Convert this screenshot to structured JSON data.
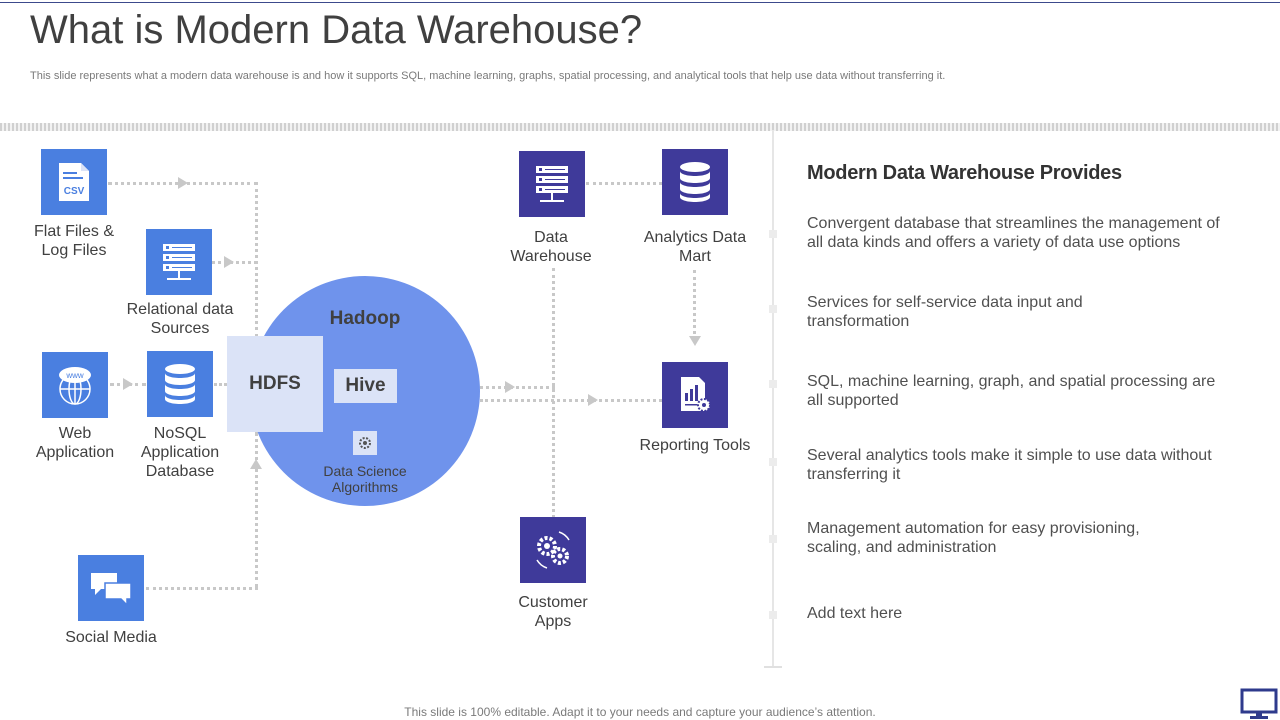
{
  "title": "What is Modern Data Warehouse?",
  "subtitle": "This slide represents what a modern data warehouse is and how it supports SQL, machine learning, graphs, spatial processing, and analytical tools that help use data without transferring it.",
  "sources": {
    "flat_files": "Flat Files &\nLog Files",
    "csv_badge": "CSV",
    "relational": "Relational data\nSources",
    "web_app": "Web\nApplication",
    "www_badge": "www",
    "nosql": "NoSQL\nApplication\nDatabase",
    "social_media": "Social Media"
  },
  "hadoop": {
    "title": "Hadoop",
    "hdfs": "HDFS",
    "hive": "Hive",
    "data_science": "Data Science\nAlgorithms"
  },
  "targets": {
    "data_warehouse": "Data\nWarehouse",
    "analytics_mart": "Analytics Data\nMart",
    "reporting_tools": "Reporting Tools",
    "customer_apps": "Customer\nApps"
  },
  "provides": {
    "title": "Modern Data Warehouse Provides",
    "items": [
      "Convergent database that streamlines the management of all data kinds and offers a variety of data use options",
      "Services for self-service data input and transformation",
      "SQL, machine learning, graph, and spatial processing are all supported",
      "Several analytics tools make it simple to use data without transferring it",
      "Management automation for easy provisioning, scaling, and administration",
      "Add text here"
    ]
  },
  "footer": "This slide is 100% editable. Adapt it to your needs and capture your audience’s attention.",
  "colors": {
    "blue_icon": "#4a7fe0",
    "purple_icon": "#3f3a9a",
    "hadoop_circle": "#6f93ec",
    "hdfs_box": "#dbe3f7"
  },
  "icons": [
    "csv-file-icon",
    "server-rack-icon",
    "globe-icon",
    "database-icon",
    "chat-bubbles-icon",
    "gear-doc-icon",
    "gears-icon",
    "monitor-icon"
  ]
}
